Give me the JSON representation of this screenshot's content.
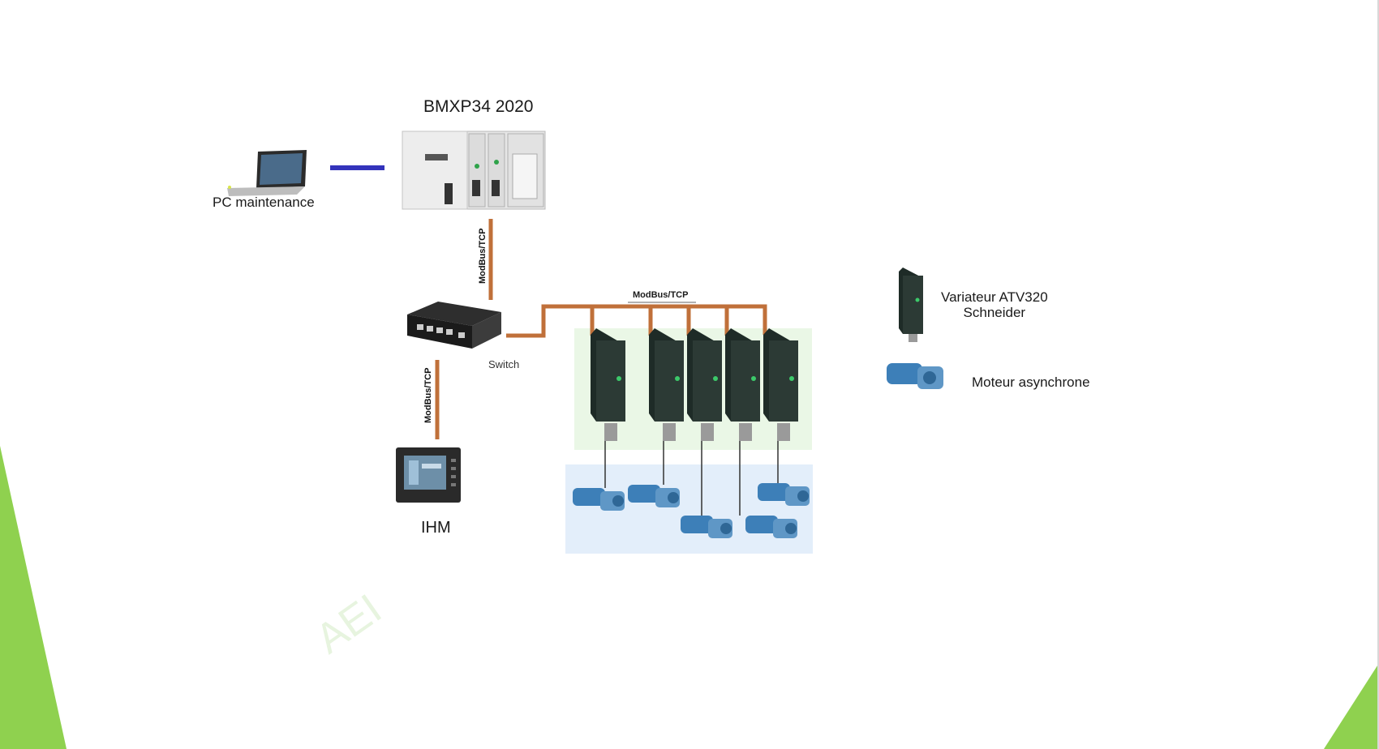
{
  "diagram": {
    "plc": {
      "label": "BMXP34 2020",
      "icon": "plc-rack-icon"
    },
    "pc": {
      "label": "PC maintenance",
      "icon": "laptop-icon"
    },
    "switch": {
      "label": "Switch",
      "icon": "network-switch-icon"
    },
    "hmi": {
      "label": "IHM",
      "icon": "hmi-panel-icon"
    },
    "links": {
      "plc_switch": "ModBus/TCP",
      "switch_hmi": "ModBus/TCP",
      "drive_bus": "ModBus/TCP"
    },
    "legend": {
      "drive_line1": "Variateur  ATV320",
      "drive_line2": "Schneider",
      "motor": "Moteur asynchrone"
    },
    "drives_count": 5,
    "motors_count": 5,
    "watermark": "AEI",
    "colors": {
      "modbus_cable": "#c0703a",
      "pc_link": "#3333bb",
      "drive_zone": "#eaf7e6",
      "motor_zone": "#e3eefa",
      "accent_green": "#8fd14f",
      "motor_blue": "#3d7fb8"
    }
  }
}
